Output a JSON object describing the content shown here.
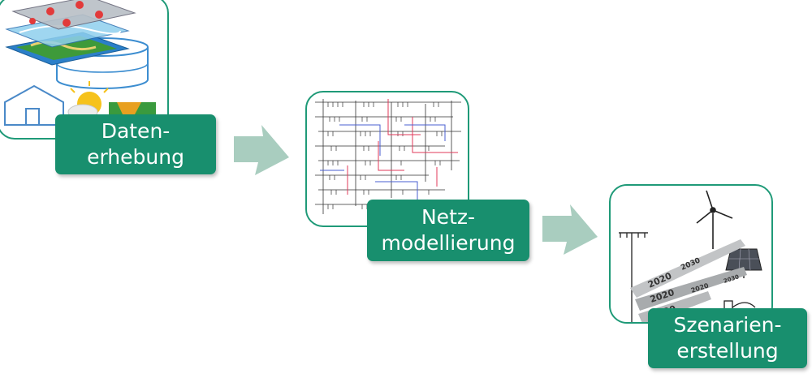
{
  "steps": [
    {
      "line1": "Daten-",
      "line2": "erhebung"
    },
    {
      "line1": "Netz-",
      "line2": "modellierung"
    },
    {
      "line1": "Szenarien-",
      "line2": "erstellung"
    }
  ],
  "scenario_years": [
    "2020",
    "2030",
    "2020",
    "2020",
    "2030",
    "2020"
  ],
  "colors": {
    "frame": "#1f9a78",
    "label": "#188f6e",
    "arrow": "#a9cdbf"
  }
}
